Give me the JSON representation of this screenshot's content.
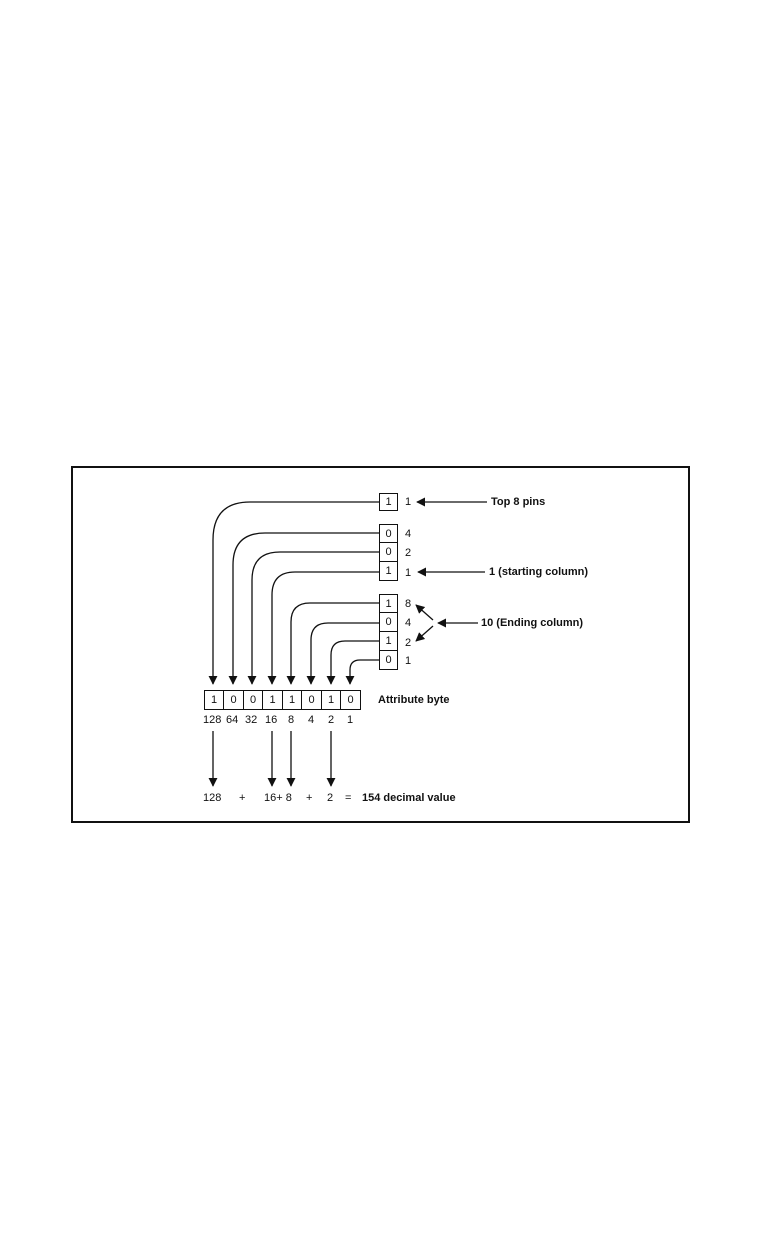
{
  "labels": {
    "top_pins": "Top 8 pins",
    "starting_column": "1 (starting column)",
    "ending_column": "10 (Ending column)",
    "attribute_byte": "Attribute byte"
  },
  "top_pins_group": [
    {
      "bit": "1",
      "weight": "1"
    }
  ],
  "start_column_group": [
    {
      "bit": "0",
      "weight": "4"
    },
    {
      "bit": "0",
      "weight": "2"
    },
    {
      "bit": "1",
      "weight": "1"
    }
  ],
  "end_column_group": [
    {
      "bit": "1",
      "weight": "8"
    },
    {
      "bit": "0",
      "weight": "4"
    },
    {
      "bit": "1",
      "weight": "2"
    },
    {
      "bit": "0",
      "weight": "1"
    }
  ],
  "attribute_byte": {
    "bits": [
      "1",
      "0",
      "0",
      "1",
      "1",
      "0",
      "1",
      "0"
    ],
    "weights": [
      "128",
      "64",
      "32",
      "16",
      "8",
      "4",
      "2",
      "1"
    ]
  },
  "sum": {
    "term_128": "128",
    "plus_1": "+",
    "term_16_8": "16+ 8",
    "plus_2": "+",
    "term_2": "2",
    "equals": "=",
    "result": "154 decimal value"
  }
}
